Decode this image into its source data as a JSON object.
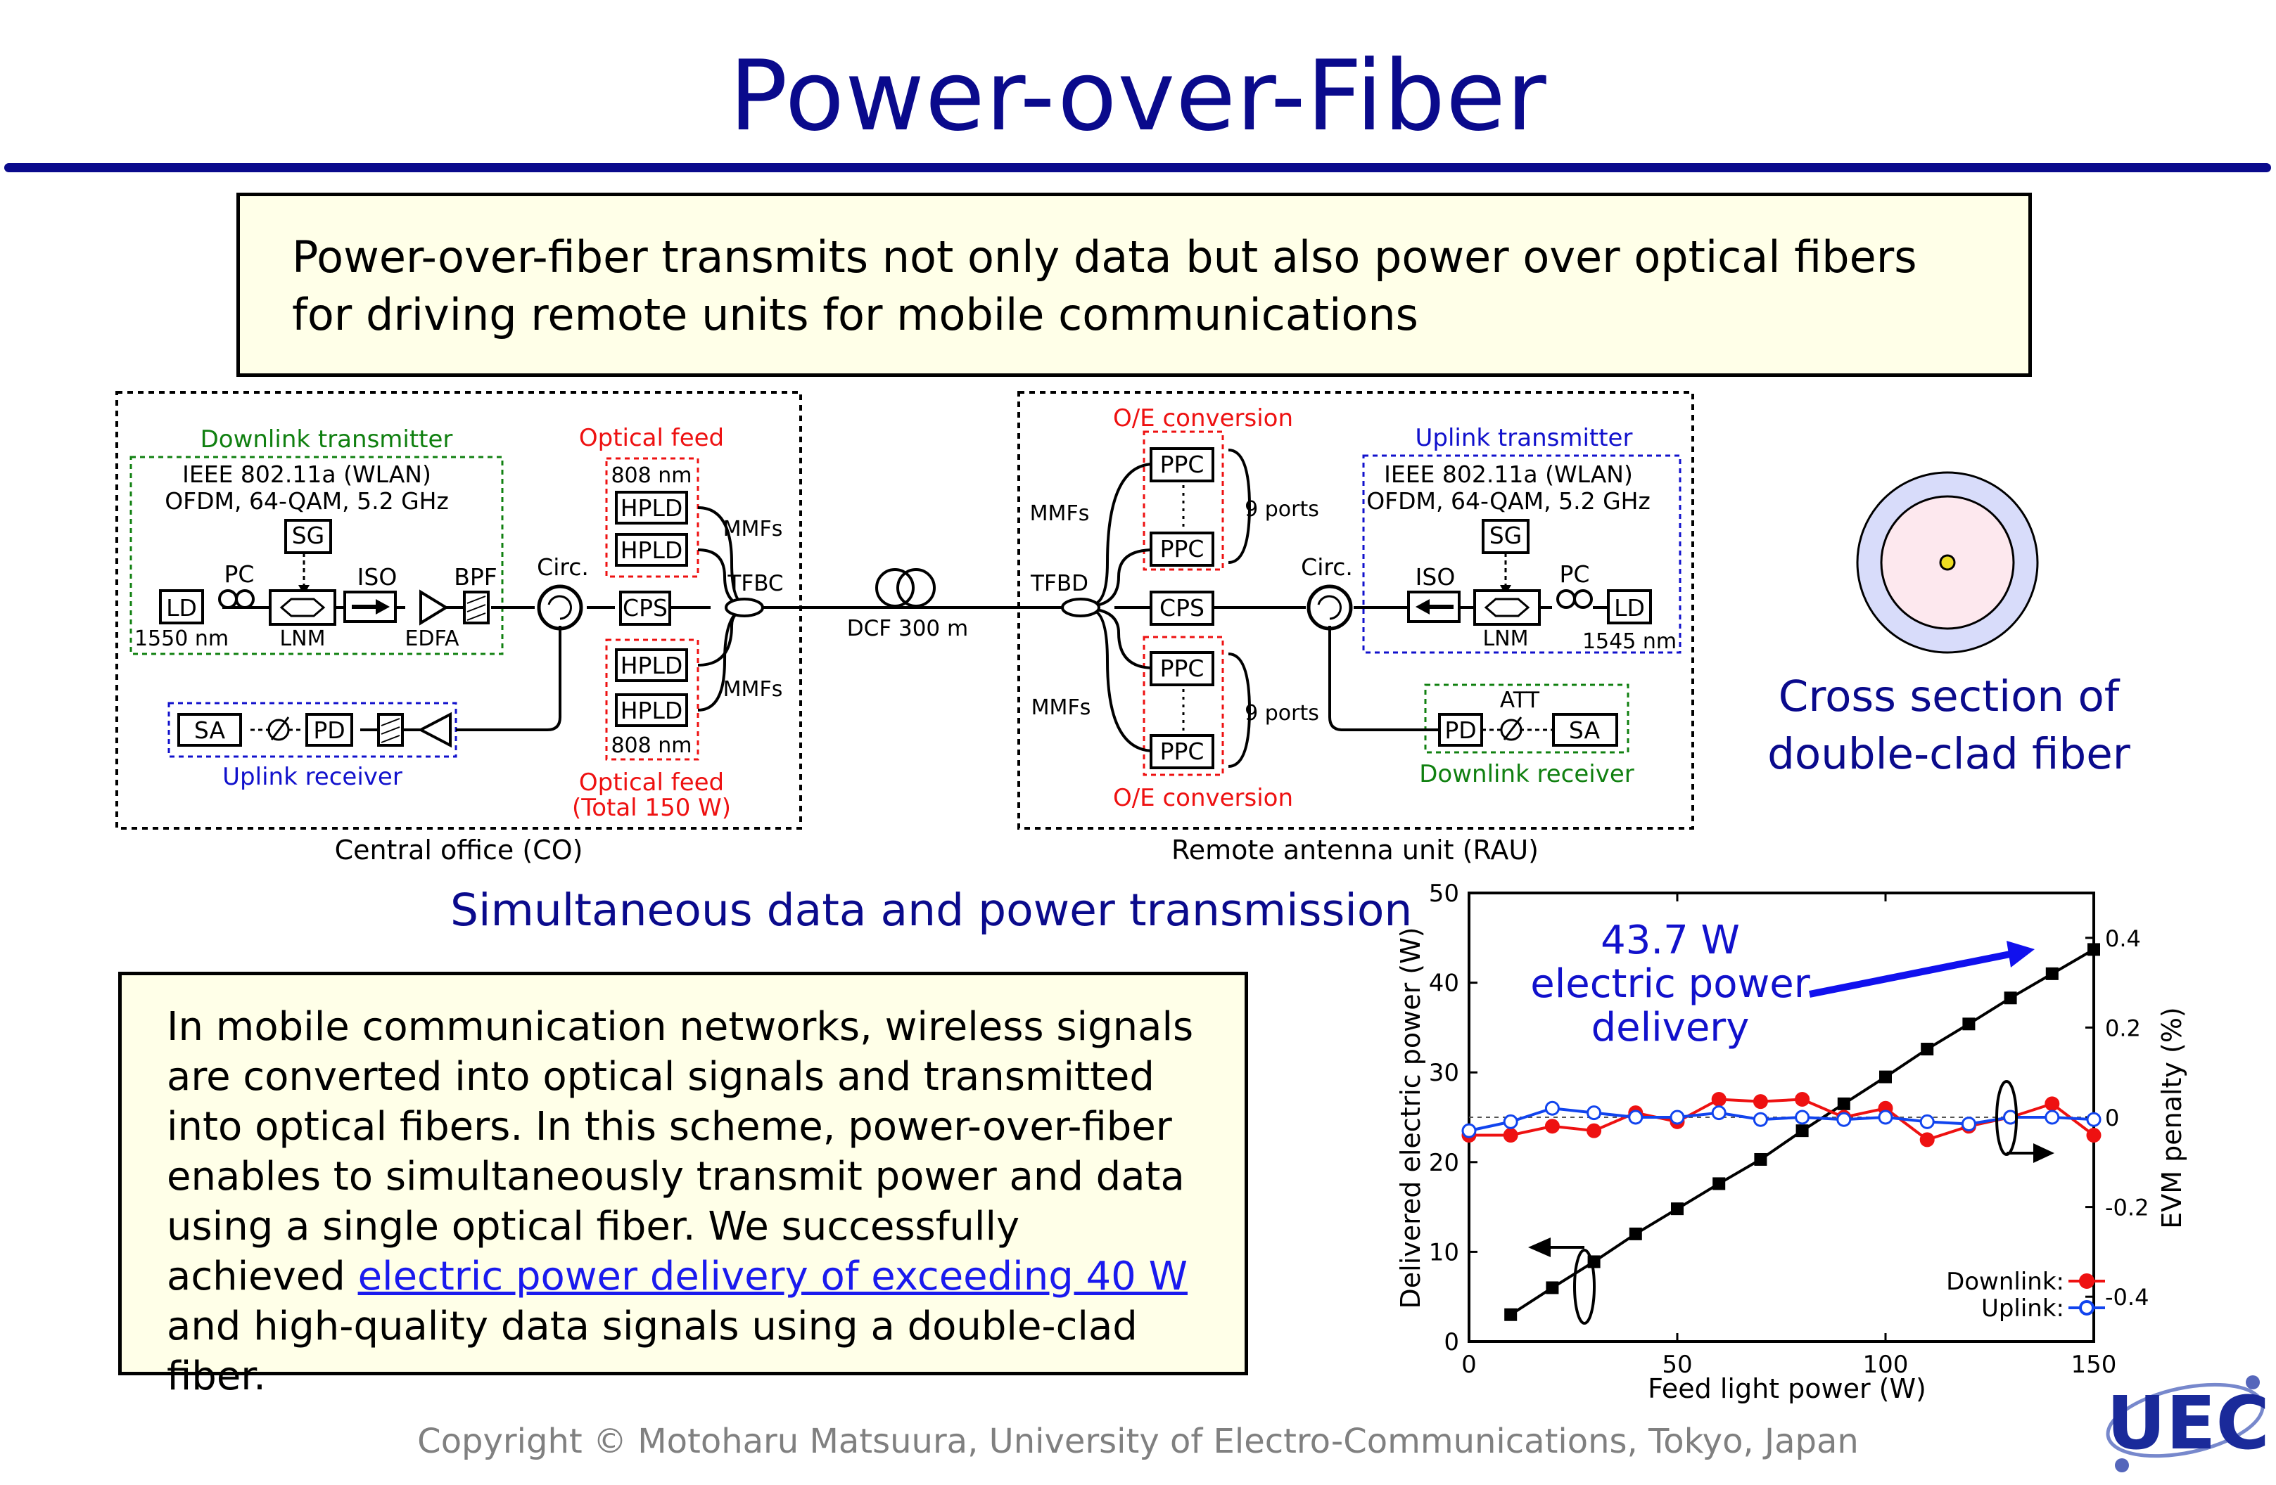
{
  "title": "Power-over-Fiber",
  "intro_text": "Power-over-fiber transmits not only data but also power over optical fibers for driving remote units for mobile communications",
  "diagram": {
    "co": {
      "caption": "Central office (CO)",
      "downlink_transmitter": "Downlink transmitter",
      "signal_line1": "IEEE 802.11a (WLAN)",
      "signal_line2": "OFDM, 64-QAM, 5.2 GHz",
      "sg": "SG",
      "pc": "PC",
      "iso": "ISO",
      "bpf": "BPF",
      "ld": "LD",
      "wavelength": "1550 nm",
      "lnm": "LNM",
      "edfa": "EDFA",
      "circ": "Circ.",
      "cps": "CPS",
      "optical_feed": "Optical feed",
      "optical_feed_total_line1": "Optical feed",
      "optical_feed_total_line2": "(Total 150 W)",
      "hpld_wavelength": "808 nm",
      "hpld": "HPLD",
      "mmfs": "MMFs",
      "tfbc": "TFBC",
      "sa": "SA",
      "pd": "PD",
      "uplink_receiver": "Uplink receiver"
    },
    "fiber": "DCF 300 m",
    "rau": {
      "caption": "Remote antenna unit (RAU)",
      "oe_conversion": "O/E conversion",
      "ppc": "PPC",
      "ports": "9 ports",
      "mmfs": "MMFs",
      "tfbd": "TFBD",
      "cps": "CPS",
      "circ": "Circ.",
      "uplink_transmitter": "Uplink transmitter",
      "signal_line1": "IEEE 802.11a (WLAN)",
      "signal_line2": "OFDM, 64-QAM, 5.2 GHz",
      "sg": "SG",
      "iso": "ISO",
      "pc": "PC",
      "lnm": "LNM",
      "ld": "LD",
      "wavelength": "1545 nm",
      "att": "ATT",
      "pd": "PD",
      "sa": "SA",
      "downlink_receiver": "Downlink receiver"
    }
  },
  "xsection_caption_line1": "Cross section of",
  "xsection_caption_line2": "double-clad fiber",
  "subtitle": "Simultaneous data and power transmission",
  "description": {
    "part1": "In mobile communication networks, wireless signals are converted into optical signals and transmitted into optical fibers. In this scheme, power-over-fiber enables to simultaneously transmit power and data using a single optical fiber. We successfully achieved ",
    "link": "electric power delivery of exceeding 40 W",
    "part2": " and high-quality data signals using a double-clad fiber."
  },
  "chart_data": {
    "type": "line",
    "annotation_line1": "43.7 W",
    "annotation_line2": "electric power",
    "annotation_line3": "delivery",
    "xlabel": "Feed light power (W)",
    "ylabel": "Delivered electric power (W)",
    "y2label": "EVM penalty (%)",
    "xlim": [
      0,
      150
    ],
    "ylim": [
      0,
      50
    ],
    "y2lim": [
      -0.5,
      0.5
    ],
    "x_ticks": [
      "0",
      "50",
      "100",
      "150"
    ],
    "y_ticks": [
      "0",
      "10",
      "20",
      "30",
      "40",
      "50"
    ],
    "y2_ticks": [
      "-0.4",
      "-0.2",
      "0",
      "0.2",
      "0.4"
    ],
    "power_series": {
      "x": [
        10,
        20,
        30,
        40,
        50,
        60,
        70,
        80,
        90,
        100,
        110,
        120,
        130,
        140,
        150
      ],
      "values": [
        3.0,
        6.0,
        8.9,
        12.0,
        14.8,
        17.6,
        20.3,
        23.5,
        26.5,
        29.5,
        32.6,
        35.4,
        38.3,
        41.0,
        43.7
      ]
    },
    "series": [
      {
        "name": "Downlink:",
        "color": "#ee1111",
        "x": [
          0,
          10,
          20,
          30,
          40,
          50,
          60,
          70,
          80,
          90,
          100,
          110,
          120,
          130,
          140,
          150
        ],
        "values": [
          -0.04,
          -0.04,
          -0.02,
          -0.03,
          0.01,
          -0.01,
          0.04,
          0.035,
          0.04,
          0.0,
          0.02,
          -0.05,
          -0.02,
          0.0,
          0.03,
          -0.04
        ]
      },
      {
        "name": "Uplink:",
        "color": "#1144ee",
        "x": [
          0,
          10,
          20,
          30,
          40,
          50,
          60,
          70,
          80,
          90,
          100,
          110,
          120,
          130,
          140,
          150
        ],
        "values": [
          -0.03,
          -0.01,
          0.02,
          0.01,
          0.0,
          0.0,
          0.01,
          -0.005,
          0.0,
          -0.005,
          0.0,
          -0.01,
          -0.015,
          0.0,
          0.0,
          -0.005
        ]
      }
    ],
    "legend_position": "bottom-right"
  },
  "copyright": "Copyright © Motoharu Matsuura, University of Electro-Communications, Tokyo, Japan",
  "logo_text": "UEC",
  "colors": {
    "title": "#0a0a8c",
    "box_bg": "#ffffe8",
    "green": "#108010",
    "red": "#ee1111",
    "blue": "#1111cc"
  }
}
